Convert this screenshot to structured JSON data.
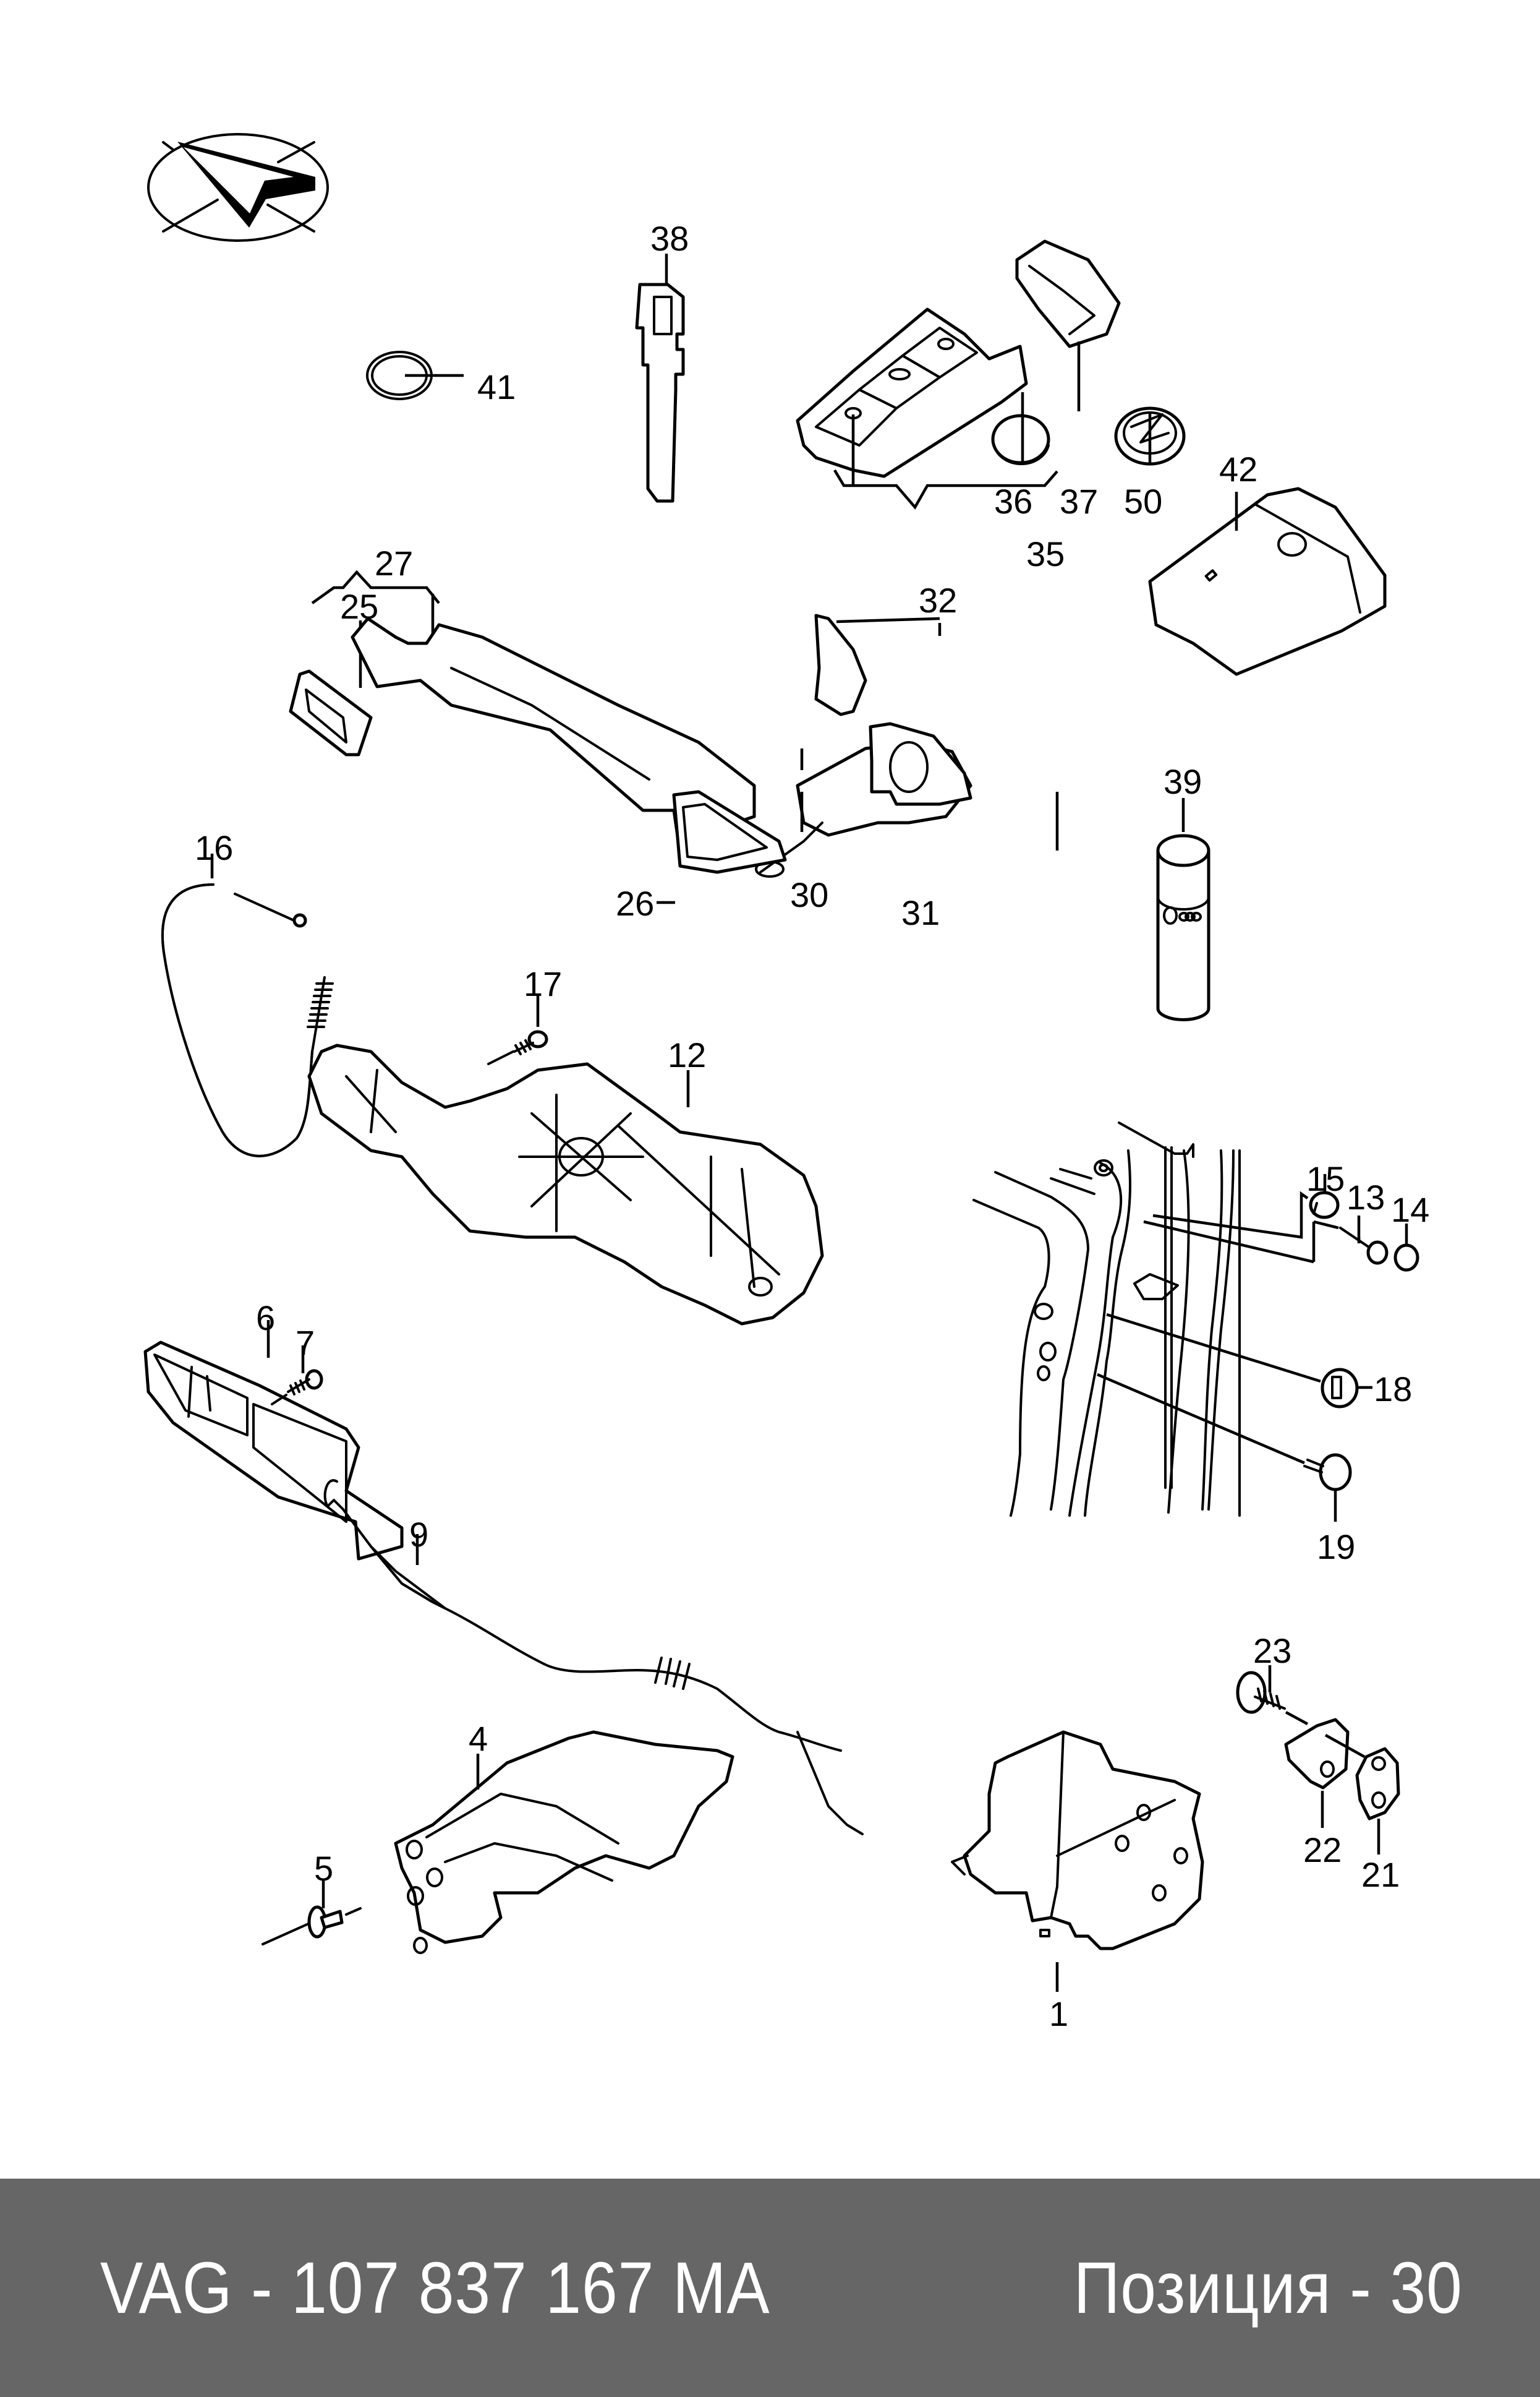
{
  "diagram": {
    "title": "Door lock / handle parts exploded view",
    "orientation_icon": "orientation-arrow-icon",
    "callouts": [
      {
        "id": "1",
        "part": "door-lock-mechanism"
      },
      {
        "id": "4",
        "part": "handle-bracket"
      },
      {
        "id": "5",
        "part": "blind-rivet"
      },
      {
        "id": "6",
        "part": "inner-door-handle"
      },
      {
        "id": "7",
        "part": "screw"
      },
      {
        "id": "9",
        "part": "bowden-cable-inner"
      },
      {
        "id": "12",
        "part": "outer-handle-carrier"
      },
      {
        "id": "13",
        "part": "bolt"
      },
      {
        "id": "14",
        "part": "cap"
      },
      {
        "id": "15",
        "part": "plug"
      },
      {
        "id": "16",
        "part": "bowden-cable-outer"
      },
      {
        "id": "17",
        "part": "screw"
      },
      {
        "id": "18",
        "part": "grommet"
      },
      {
        "id": "19",
        "part": "screw"
      },
      {
        "id": "21",
        "part": "plate"
      },
      {
        "id": "22",
        "part": "striker"
      },
      {
        "id": "23",
        "part": "countersunk-screw"
      },
      {
        "id": "25",
        "part": "gasket"
      },
      {
        "id": "26",
        "part": "gasket"
      },
      {
        "id": "27",
        "part": "outer-door-handle"
      },
      {
        "id": "30",
        "part": "lock-cylinder"
      },
      {
        "id": "31",
        "part": "cylinder-housing"
      },
      {
        "id": "32",
        "part": "cover-cap"
      },
      {
        "id": "35",
        "part": "remote-key-set"
      },
      {
        "id": "36",
        "part": "battery"
      },
      {
        "id": "37",
        "part": "key-cover"
      },
      {
        "id": "38",
        "part": "key-blade"
      },
      {
        "id": "39",
        "part": "lubricant-spray"
      },
      {
        "id": "41",
        "part": "o-ring"
      },
      {
        "id": "42",
        "part": "key-housing"
      },
      {
        "id": "50",
        "part": "vw-emblem"
      }
    ]
  },
  "footer": {
    "part_number": "VAG - 107 837 167 MA",
    "position": "Позиция - 30"
  }
}
